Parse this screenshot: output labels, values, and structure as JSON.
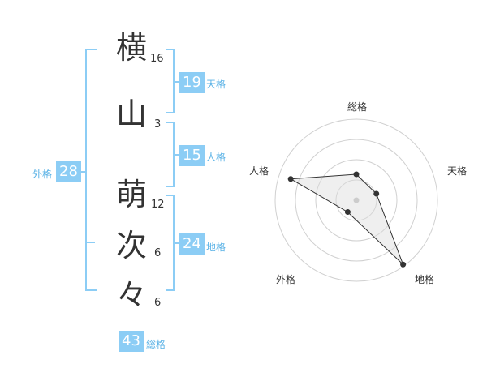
{
  "characters": [
    {
      "char": "横",
      "strokes": "16"
    },
    {
      "char": "山",
      "strokes": "3"
    },
    {
      "char": "萌",
      "strokes": "12"
    },
    {
      "char": "次",
      "strokes": "6"
    },
    {
      "char": "々",
      "strokes": "6"
    }
  ],
  "fortunes": {
    "tenkaku": {
      "value": "19",
      "label": "天格"
    },
    "jinkaku": {
      "value": "15",
      "label": "人格"
    },
    "chikaku": {
      "value": "24",
      "label": "地格"
    },
    "gaikaku": {
      "value": "28",
      "label": "外格"
    },
    "soukaku": {
      "value": "43",
      "label": "総格"
    }
  },
  "colors": {
    "accent": "#8ccdf5",
    "accent_text": "#5ab2e6",
    "text": "#333333",
    "grid": "#d0d0d0"
  },
  "chart_data": {
    "type": "radar",
    "axes": [
      "総格",
      "天格",
      "地格",
      "外格",
      "人格"
    ],
    "values": [
      43,
      19,
      24,
      28,
      15
    ],
    "radar_radius_fraction": [
      0.32,
      0.26,
      0.98,
      0.18,
      0.85
    ],
    "rings": 4
  }
}
